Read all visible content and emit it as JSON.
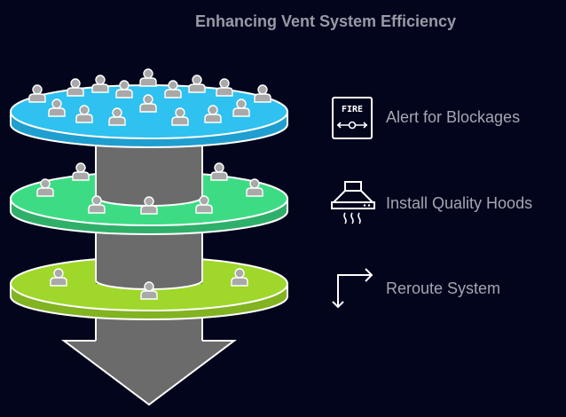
{
  "title": "Enhancing Vent System Efficiency",
  "colors": {
    "background": "#03051d",
    "tier_top": "#2fc1ef",
    "tier_mid": "#3ddc84",
    "tier_bottom": "#9fd72b",
    "column": "#6b6b6b",
    "person": "#a9a9a9",
    "outline": "#ffffff",
    "text": "#a6a6b0"
  },
  "tiers": [
    {
      "label": "Alert for Blockages",
      "icon": "fire-alarm-icon",
      "color": "#2fc1ef"
    },
    {
      "label": "Install Quality Hoods",
      "icon": "range-hood-icon",
      "color": "#3ddc84"
    },
    {
      "label": "Reroute System",
      "icon": "reroute-arrow-icon",
      "color": "#9fd72b"
    }
  ],
  "icon_text": {
    "fire": "FIRE"
  }
}
